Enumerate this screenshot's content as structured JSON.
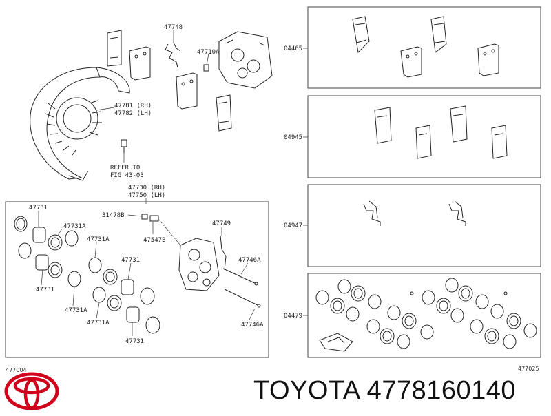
{
  "labels": {
    "p47748": "47748",
    "p47710a": "47710A",
    "p47781": "47781 (RH)",
    "p47782": "47782 (LH)",
    "refer1": "REFER TO",
    "refer2": "FIG 43-03",
    "p47730": "47730 (RH)",
    "p47750": "47750 (LH)",
    "p47731_a": "47731",
    "p47731a_a": "47731A",
    "p47731a_b": "47731A",
    "p47731_b": "47731",
    "p47731_c": "47731",
    "p47731a_c": "47731A",
    "p47731a_d": "47731A",
    "p47731_d": "47731",
    "p31478b": "31478B",
    "p47547b": "47547B",
    "p47749": "47749",
    "p47746a_a": "47746A",
    "p47746a_b": "47746A",
    "code_left": "477004",
    "code_right": "477025",
    "kit1": "04465",
    "kit2": "04945",
    "kit3": "04947",
    "kit4": "04479"
  },
  "brand": {
    "text": "TOYOTA 4778160140",
    "logo": "toyota-logo",
    "logo_color": "#d0021b"
  }
}
